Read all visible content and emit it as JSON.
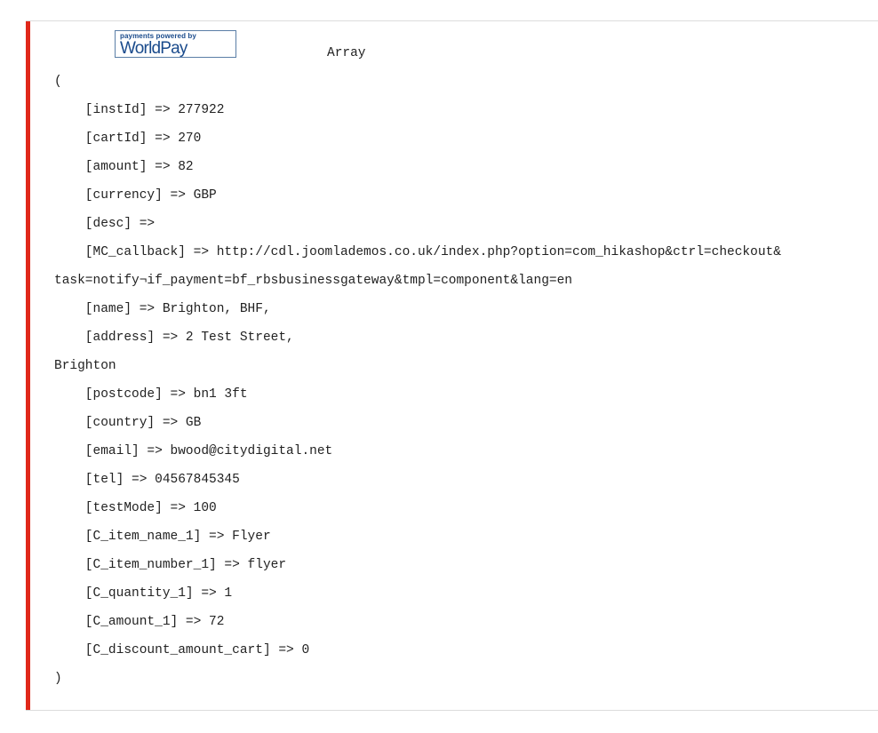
{
  "logo": {
    "tagline": "payments powered by",
    "brand": "WorldPay"
  },
  "colors": {
    "accent_bar": "#e0281a",
    "logo_blue": "#1a4b8c"
  },
  "output": {
    "title": "Array",
    "lines": [
      "(",
      "    [instId] => 277922",
      "    [cartId] => 270",
      "    [amount] => 82",
      "    [currency] => GBP",
      "    [desc] =>",
      "    [MC_callback] => http://cdl.joomlademos.co.uk/index.php?option=com_hikashop&ctrl=checkout&",
      "task=notify¬if_payment=bf_rbsbusinessgateway&tmpl=component&lang=en",
      "    [name] => Brighton, BHF,",
      "    [address] => 2 Test Street,",
      "Brighton",
      "    [postcode] => bn1 3ft",
      "    [country] => GB",
      "    [email] => bwood@citydigital.net",
      "    [tel] => 04567845345",
      "    [testMode] => 100",
      "    [C_item_name_1] => Flyer",
      "    [C_item_number_1] => flyer",
      "    [C_quantity_1] => 1",
      "    [C_amount_1] => 72",
      "    [C_discount_amount_cart] => 0",
      ")"
    ]
  }
}
